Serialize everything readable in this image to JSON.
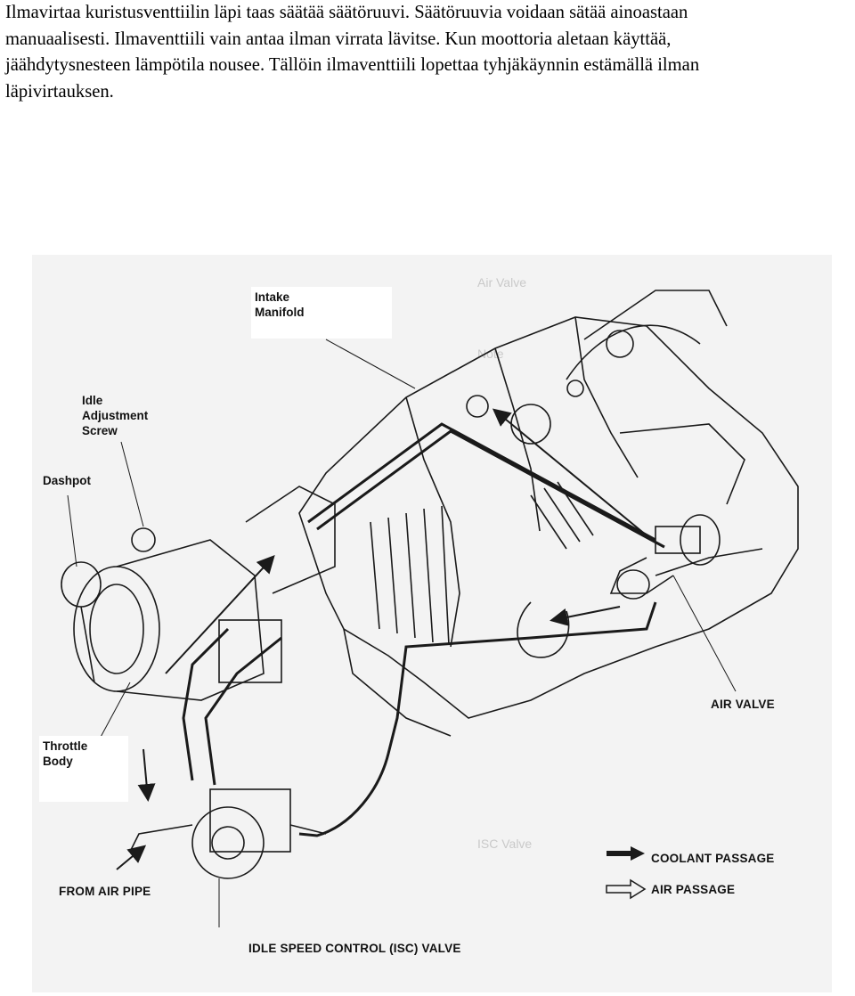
{
  "paragraph": {
    "lines": [
      "Ilmavirtaa kuristusventtiilin läpi taas säätää säätöruuvi. Säätöruuvia voidaan sätää ainoastaan",
      "manuaalisesti. Ilmaventtiili vain antaa ilman virrata lävitse. Kun moottoria aletaan käyttää,",
      "jäähdytysnesteen lämpötila nousee. Tällöin ilmaventtiili lopettaa tyhjäkäynnin estämällä ilman",
      "läpivirtauksen."
    ]
  },
  "figure": {
    "labels": {
      "intake_line1": "Intake",
      "intake_line2": "Manifold",
      "idle_line1": "Idle",
      "idle_line2": "Adjustment",
      "idle_line3": "Screw",
      "dashpot": "Dashpot",
      "throttle_line1": "Throttle",
      "throttle_line2": "Body",
      "air_valve": "AIR VALVE",
      "from_air_pipe": "FROM AIR PIPE",
      "isc_valve": "IDLE SPEED CONTROL (ISC) VALVE"
    },
    "legend": {
      "coolant": "COOLANT PASSAGE",
      "air": "AIR PASSAGE"
    },
    "colors": {
      "ink": "#1a1a1a",
      "background": "#f3f3f3",
      "ghost_text": "#c9c9c9"
    }
  }
}
